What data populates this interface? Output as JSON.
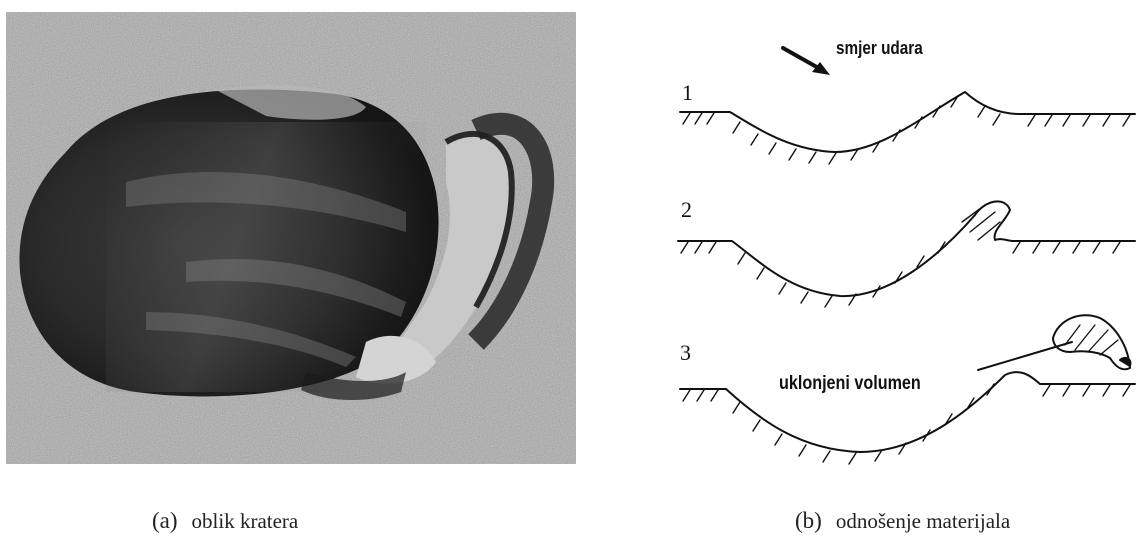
{
  "captions": {
    "a": {
      "mark": "(a)",
      "text": "oblik kratera"
    },
    "b": {
      "mark": "(b)",
      "text": "odnošenje materijala"
    }
  },
  "diagram": {
    "direction_label": "smjer udara",
    "removed_volume_label": "uklonjeni volumen",
    "stage_numbers": [
      "1",
      "2",
      "3"
    ]
  },
  "icons": {
    "impact_direction": "arrow-down-right-icon"
  }
}
